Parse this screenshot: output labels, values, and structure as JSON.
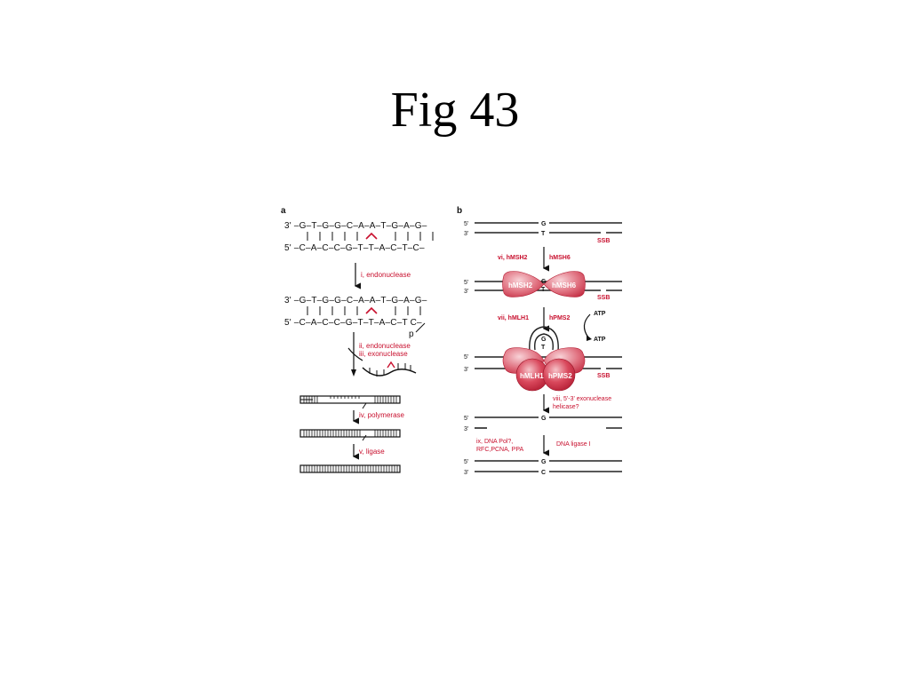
{
  "slide": {
    "title": "Fig 43"
  },
  "figure": {
    "panel_a": {
      "letter": "a",
      "strand_top": "3' –G–T–G–G–C–A–A–T–G–A–G–",
      "strand_bottom": "5' –C–A–C–C–G–T–T–A–C–T–C–",
      "strand_top_2": "3' –G–T–G–G–C–A–A–T–G–A–G–",
      "strand_bottom_2": "5' –C–A–C–C–G–T–T–A–C–T  C–",
      "phosphate": "p",
      "step_i": "i, endonuclease",
      "step_ii": "ii, endonuclease",
      "step_iii": "iii, exonuclease",
      "step_iv": "iv, polymerase",
      "step_v": "v, ligase"
    },
    "panel_b": {
      "letter": "b",
      "five_prime": "5'",
      "three_prime": "3'",
      "base_g": "G",
      "base_t": "T",
      "base_c": "C",
      "ssb": "SSB",
      "step_vi_a": "vi,  hMSH2",
      "step_vi_b": "hMSH6",
      "protein_msh2": "hMSH2",
      "protein_msh6": "hMSH6",
      "step_vii_a": "vii, hMLH1",
      "step_vii_b": "hPMS2",
      "atp": "ATP",
      "protein_mlh1": "hMLH1",
      "protein_pms2": "hPMS2",
      "step_viii_a": "viii, 5'-3' exonuclease",
      "step_viii_b": "helicase?",
      "step_ix_a": "ix, DNA Pol?,",
      "step_ix_b": "RFC,PCNA, PPA",
      "ligase": "DNA ligase I"
    },
    "colors": {
      "label_red": "#c8102e",
      "protein_red": "#d23a4e",
      "strand": "#222222"
    }
  }
}
